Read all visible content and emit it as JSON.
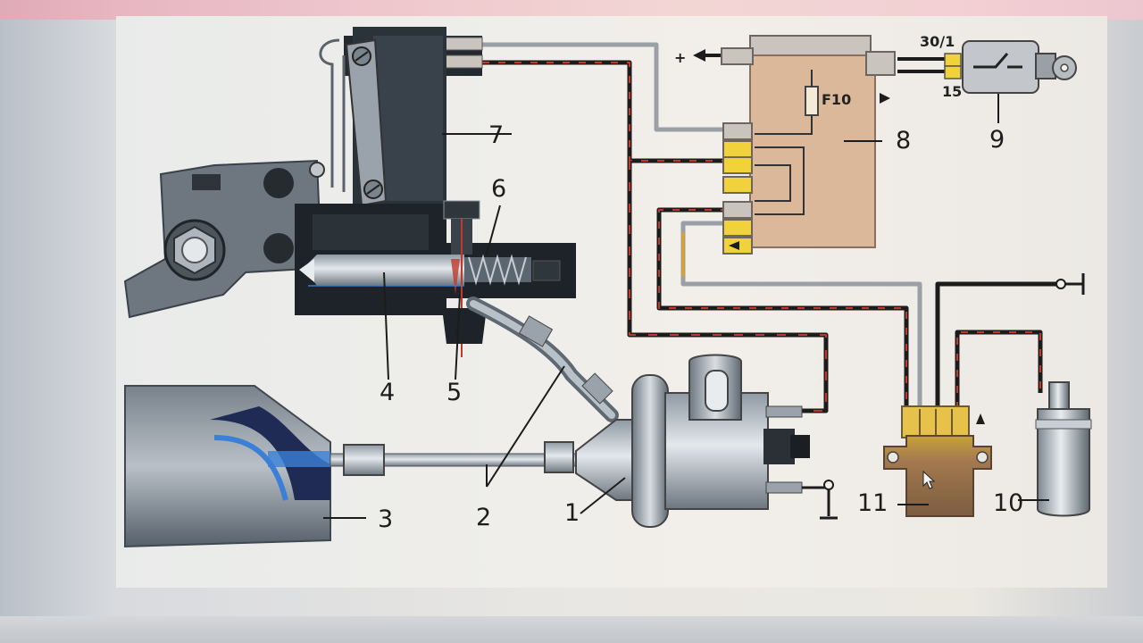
{
  "diagram": {
    "callouts": [
      "1",
      "2",
      "3",
      "4",
      "5",
      "6",
      "7",
      "8",
      "9",
      "10",
      "11"
    ],
    "fuse_label": "F10",
    "ignition_terminal_top": "30/1",
    "ignition_terminal_bottom": "15",
    "plus_sign": "+"
  },
  "colors": {
    "wire_black": "#1c1c1c",
    "wire_grey": "#9aa0a6",
    "wire_yellow": "#e0a020",
    "wire_red": "#c0392b",
    "relay_block": "#dcb89a",
    "connector_yellow": "#f2d23a",
    "module_brown": "#8a6a4a"
  }
}
